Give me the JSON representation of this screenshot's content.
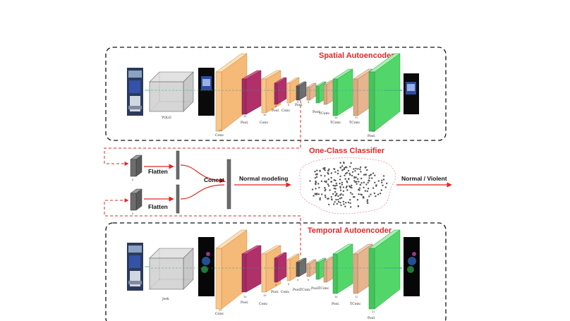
{
  "spatial": {
    "title": "Spatial Autoencoder",
    "preprocess_label": "YOLO",
    "layer_labels": [
      "Conv.",
      "Pool.",
      "Conv.",
      "Pool.",
      "Conv.",
      "Pool.",
      "TConv.",
      "Pool.",
      "TConv.",
      "TConv.",
      "Pool."
    ],
    "dims": [
      "32",
      "16",
      "16",
      "8",
      "8",
      "8",
      "8",
      "16",
      "32",
      "32"
    ]
  },
  "temporal": {
    "title": "Temporal Autoencoder",
    "preprocess_label": "Jerk",
    "layer_labels": [
      "Conv.",
      "Pool.",
      "Conv.",
      "Pool.",
      "Conv.",
      "Pool.",
      "TConv.",
      "Pool.",
      "TConv.",
      "Pool.",
      "TConv.",
      "Pool."
    ],
    "dims": [
      "32",
      "16",
      "16",
      "8",
      "8",
      "8",
      "8",
      "16",
      "32",
      "32"
    ]
  },
  "classifier": {
    "title": "One-Class Classifier",
    "flatten_label": "Flatten",
    "concat_label": "Concat.",
    "normal_modeling_label": "Normal modeling",
    "output_label": "Normal / Violent",
    "latent_dim": "8"
  },
  "colors": {
    "accent_red": "#e32626",
    "conv_orange": "#f8c78b",
    "pool_magenta": "#b0306a",
    "tconv_green": "#52d66a",
    "tconv_tan": "#e6b48f",
    "latent_gray": "#6d6d6d"
  }
}
